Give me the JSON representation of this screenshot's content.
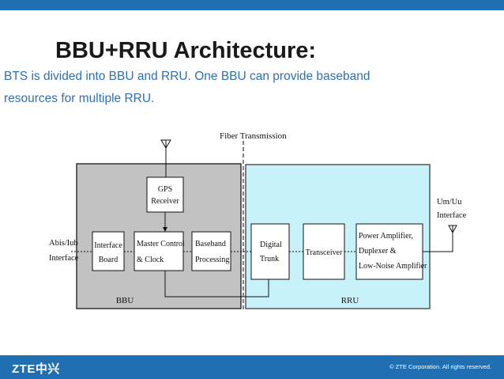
{
  "slide": {
    "title": "BBU+RRU Architecture:",
    "subtitle_line1": "BTS is divided into BBU and RRU. One BBU can provide baseband",
    "subtitle_line2": "resources for multiple RRU."
  },
  "diagram": {
    "fiber_label": "Fiber Transmission",
    "abis_line1": "Abis/Iub",
    "abis_line2": "Interface",
    "umuu_line1": "Um/Uu",
    "umuu_line2": "Interface",
    "bbu_label": "BBU",
    "rru_label": "RRU",
    "gps_line1": "GPS",
    "gps_line2": "Receiver",
    "interface_board_line1": "Interface",
    "interface_board_line2": "Board",
    "master_line1": "Master Control",
    "master_line2": "& Clock",
    "baseband_line1": "Baseband",
    "baseband_line2": "Processing",
    "digital_line1": "Digital",
    "digital_line2": "Trunk",
    "transceiver": "Transceiver",
    "pa_line1": "Power Amplifier,",
    "pa_line2": "Duplexer &",
    "pa_line3": "Low-Noise Amplifier"
  },
  "footer": {
    "logo": "ZTE中兴",
    "copyright": "© ZTE Corporation. All rights reserved."
  },
  "colors": {
    "accent": "#1f6fb2",
    "subtitle": "#2e6fb0",
    "bbu_fill": "#c2c2c2",
    "rru_fill": "#c8f2f9",
    "block_fill": "#ffffff"
  }
}
